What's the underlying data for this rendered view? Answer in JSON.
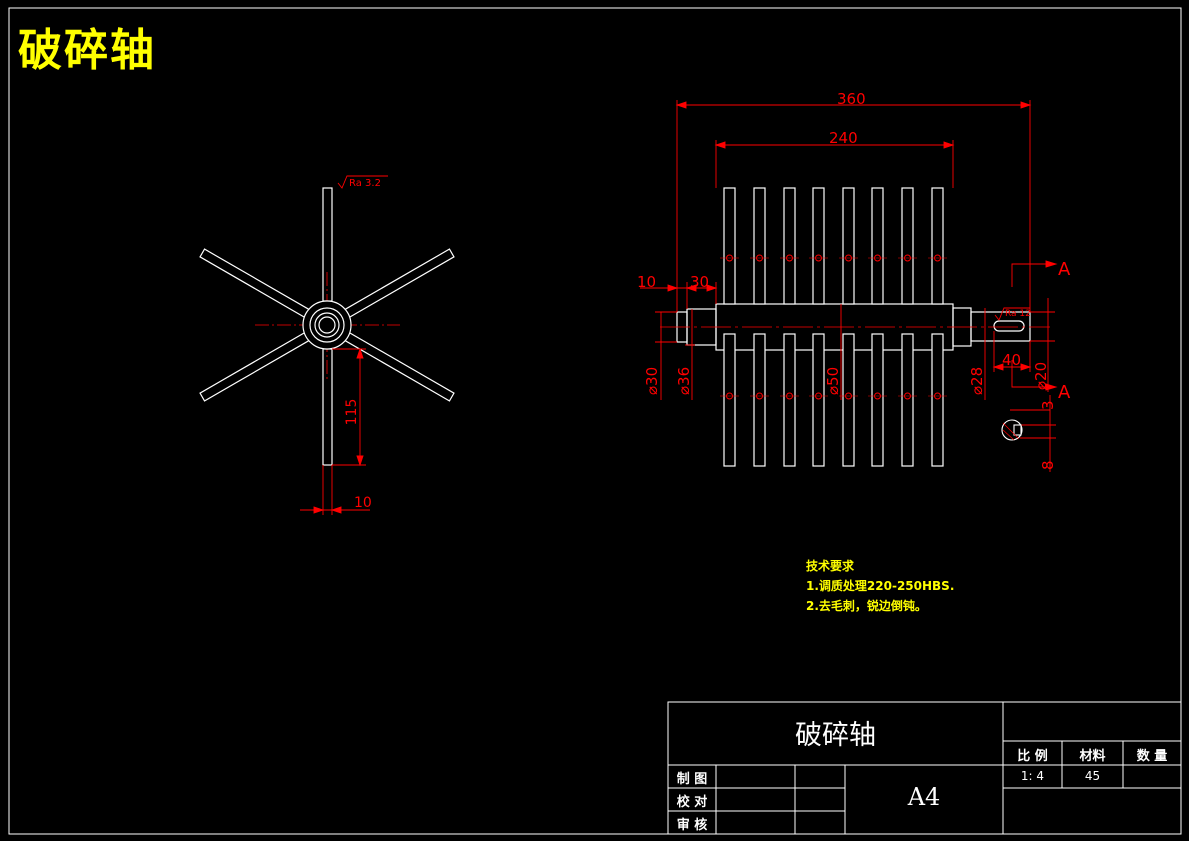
{
  "title": "破碎轴",
  "tech_requirements": {
    "heading": "技术要求",
    "items": [
      "1.调质处理220-250HBS.",
      "2.去毛刺，锐边倒钝。"
    ]
  },
  "dimensions": {
    "radial_view": {
      "roughness": "Ra 3.2",
      "blade_length": "115",
      "blade_width": "10"
    },
    "side_view": {
      "overall_length": "360",
      "blade_zone_length": "240",
      "end_length": "10",
      "step_length": "30",
      "dia_30": "⌀30",
      "dia_36": "⌀36",
      "dia_50": "⌀50",
      "dia_28": "⌀28",
      "dia_20": "⌀20",
      "keyway_length": "40",
      "roughness_key": "Ra 12",
      "key_depth": "3",
      "key_width": "8",
      "section_label": "A"
    }
  },
  "title_block": {
    "part_name": "破碎轴",
    "drawn_label": "制 图",
    "checked_label": "校 对",
    "approved_label": "审 核",
    "paper_size": "A4",
    "scale_label": "比 例",
    "material_label": "材料",
    "quantity_label": "数 量",
    "scale_value": "1: 4",
    "material_value": "45"
  },
  "colors": {
    "geometry": "#ffffff",
    "dimension": "#ff0000",
    "annotation": "#ffff00",
    "background": "#000000"
  }
}
